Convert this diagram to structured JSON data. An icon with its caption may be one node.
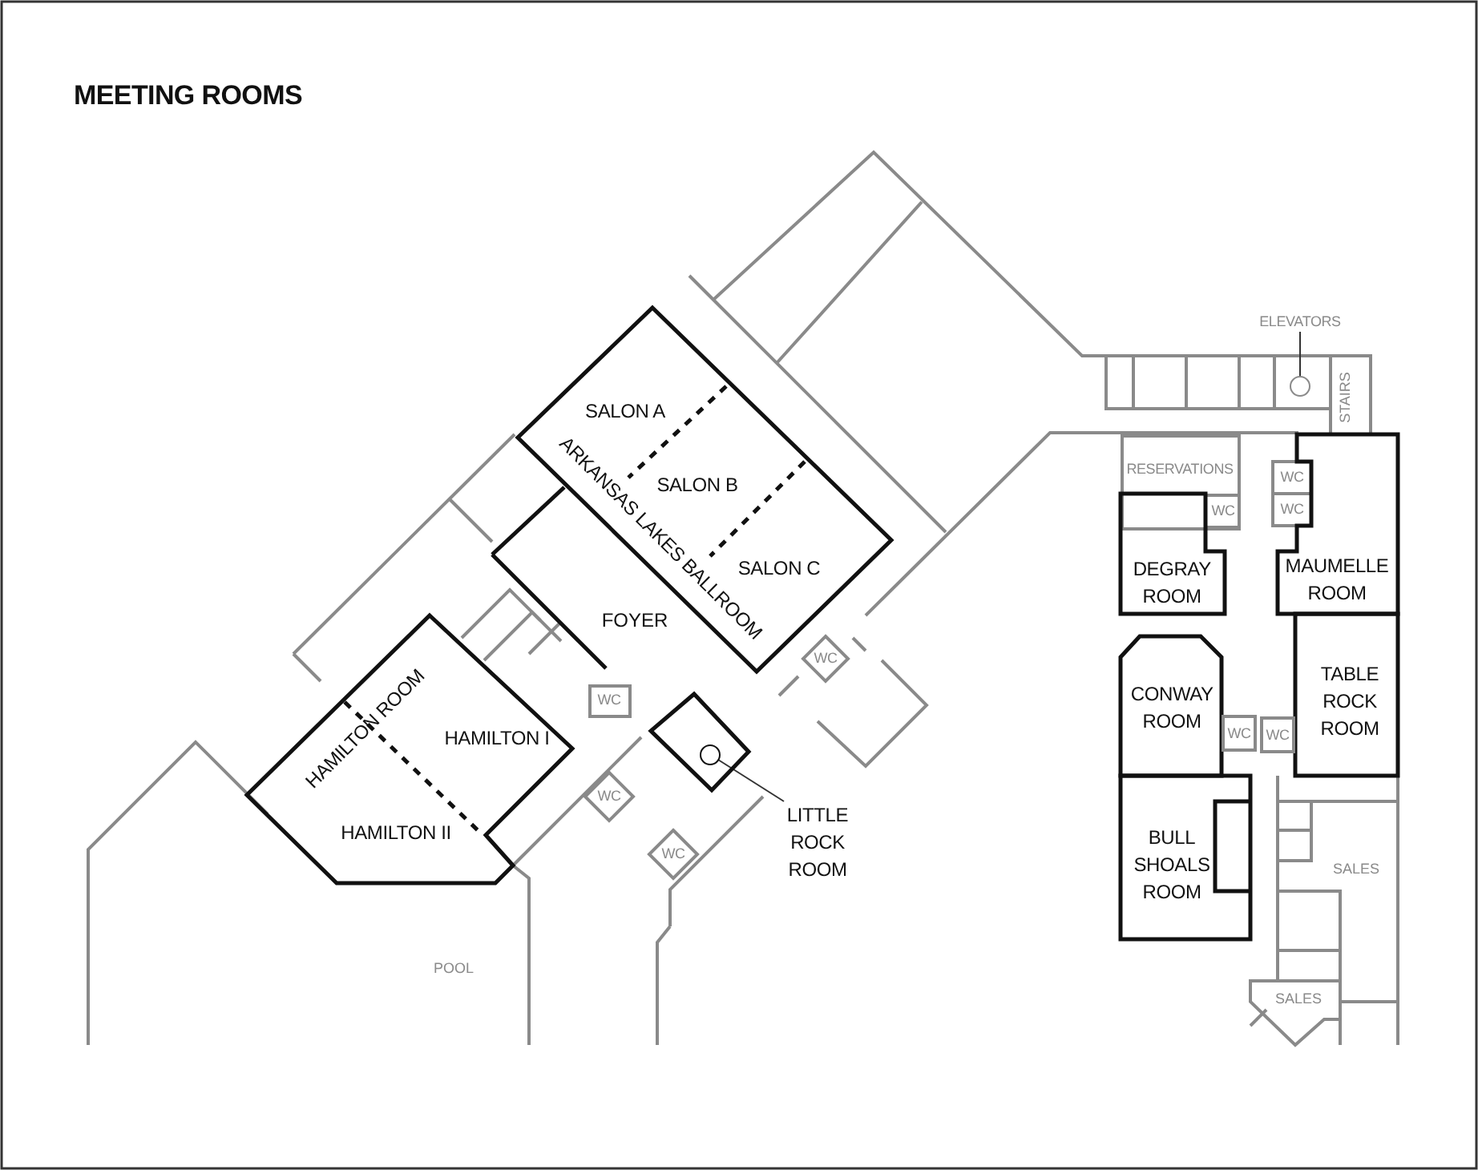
{
  "diagram": {
    "title": "MEETING ROOMS",
    "nodes": [
      {
        "text": [
          "ELEVATORS"
        ]
      },
      {
        "text": [],
        "shape": "circle"
      },
      {
        "text": [
          "ARKANSAS LAKES BALLROOM"
        ]
      },
      {
        "text": [
          "SALON A"
        ],
        "in": 2
      },
      {
        "text": [
          "SALON B"
        ],
        "in": 2
      },
      {
        "text": [
          "SALON C"
        ],
        "in": 2
      },
      {
        "text": [
          "RESERVATIONS"
        ]
      },
      {
        "text": [
          "WC"
        ],
        "in": 6
      },
      {
        "text": [
          "WC"
        ]
      },
      {
        "text": [
          "WC"
        ]
      },
      {
        "text": [
          "DEGRAY ROOM"
        ]
      },
      {
        "text": [
          "MAUMELLE ROOM"
        ]
      },
      {
        "text": [
          "WC"
        ]
      },
      {
        "text": [
          "HAMILTON ROOM"
        ]
      },
      {
        "text": [
          "HAMILTON I"
        ],
        "in": 13
      },
      {
        "text": [
          "HAMILTON II"
        ],
        "in": 13
      },
      {
        "text": [
          "WC"
        ]
      },
      {
        "text": [
          "CONWAY ROOM"
        ]
      },
      {
        "text": [
          "WC"
        ]
      },
      {
        "text": [
          "TABLE ROCK ROOM"
        ]
      },
      {
        "text": [
          "WC"
        ]
      },
      {
        "text": [],
        "shape": "box"
      },
      {
        "text": [],
        "shape": "circle",
        "in": 21
      },
      {
        "text": [
          "LITTLE ROCK ROOM"
        ]
      },
      {
        "text": [
          "WC"
        ]
      },
      {
        "text": [
          "WC"
        ]
      },
      {
        "text": [
          "BULL SHOALS ROOM"
        ]
      }
    ],
    "edges": [
      {
        "from": 0,
        "to": 1,
        "arrow": "none"
      },
      {
        "from": 23,
        "to": 22,
        "arrow": "none"
      }
    ],
    "labels": [
      "STAIRS",
      "FOYER",
      "SALES",
      "SALES",
      "POOL"
    ]
  }
}
